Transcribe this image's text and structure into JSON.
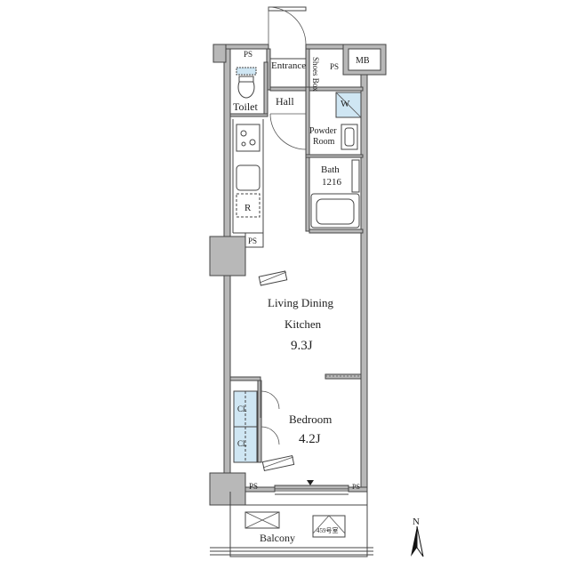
{
  "rooms": {
    "ps_top": "PS",
    "entrance": "Entrance",
    "shoes_box": "Shoes Box",
    "ps_entrance": "PS",
    "mb": "MB",
    "toilet": "Toilet",
    "hall": "Hall",
    "washer": "W",
    "powder_room_line1": "Powder",
    "powder_room_line2": "Room",
    "bath_line1": "Bath",
    "bath_line2": "1216",
    "fridge": "R",
    "ps_kitchen": "PS",
    "ldk_line1": "Living Dining",
    "ldk_line2": "Kitchen",
    "ldk_size": "9.3J",
    "closet_1": "Cl.",
    "closet_2": "Cl.",
    "bedroom": "Bedroom",
    "bedroom_size": "4.2J",
    "ps_bottom_left": "PS",
    "ps_bottom_right": "PS",
    "balcony": "Balcony",
    "evac_hatch": "459号室",
    "north": "N"
  },
  "colors": {
    "wall": "#b8b8b8",
    "line": "#444444",
    "closet_fill": "#cfe6f3"
  },
  "icons": [
    "door-swing-icon",
    "toilet-icon",
    "sink-icon",
    "stove-icon",
    "bathtub-icon",
    "north-arrow-icon",
    "window-marker-icon"
  ]
}
